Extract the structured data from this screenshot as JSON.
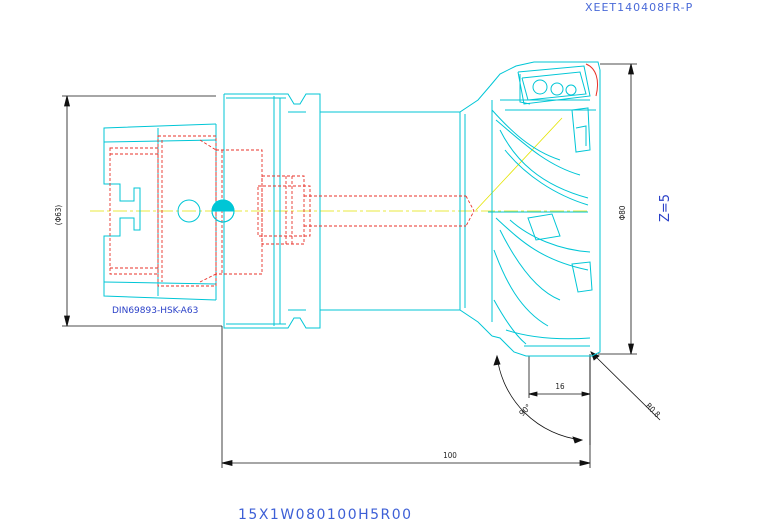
{
  "header": {
    "insert_code": "XEET140408FR-P"
  },
  "footer": {
    "tool_code": "15X1W080100H5R00"
  },
  "drawing": {
    "shank_diameter": "(Φ63)",
    "cutter_diameter": "Φ80",
    "teeth_count": "Z=5",
    "shank_standard": "DIN69893-HSK-A63",
    "depth_dim": "16",
    "angle_dim": "90°",
    "corner_radius": "R0.8",
    "length_dim": "100"
  },
  "colors": {
    "body_outline": "#00c8d8",
    "hidden_lines": "#e8322a",
    "centerline": "#e0e000",
    "dimension": "#000000",
    "label_blue": "#3d5fd6"
  }
}
